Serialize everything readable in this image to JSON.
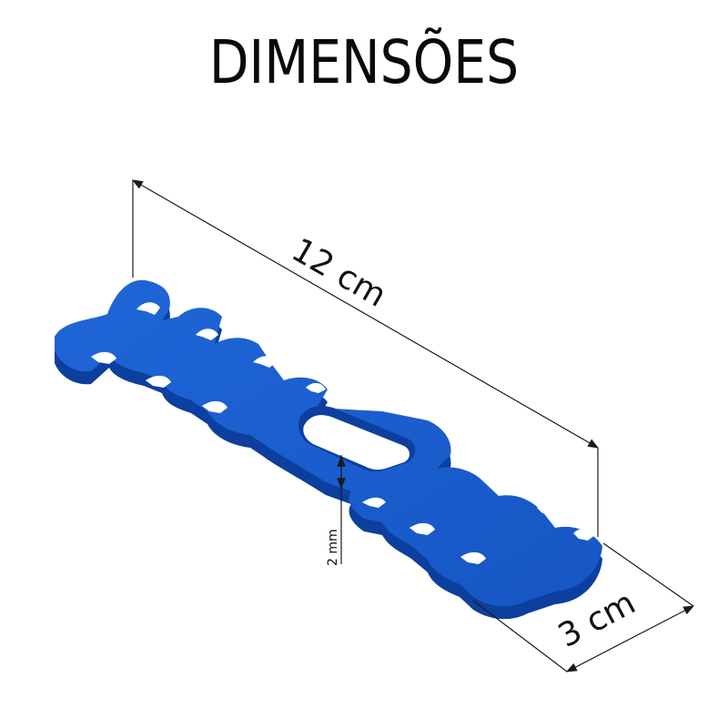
{
  "title": "DIMENSÕES",
  "dimensions": {
    "length": {
      "label": "12 cm"
    },
    "width": {
      "label": "3 cm"
    },
    "thickness": {
      "label": "2 mm"
    }
  },
  "colors": {
    "part_top": "#1a5fd0",
    "part_side": "#0c3f9e",
    "dimension_line": "#1a1a1a"
  }
}
